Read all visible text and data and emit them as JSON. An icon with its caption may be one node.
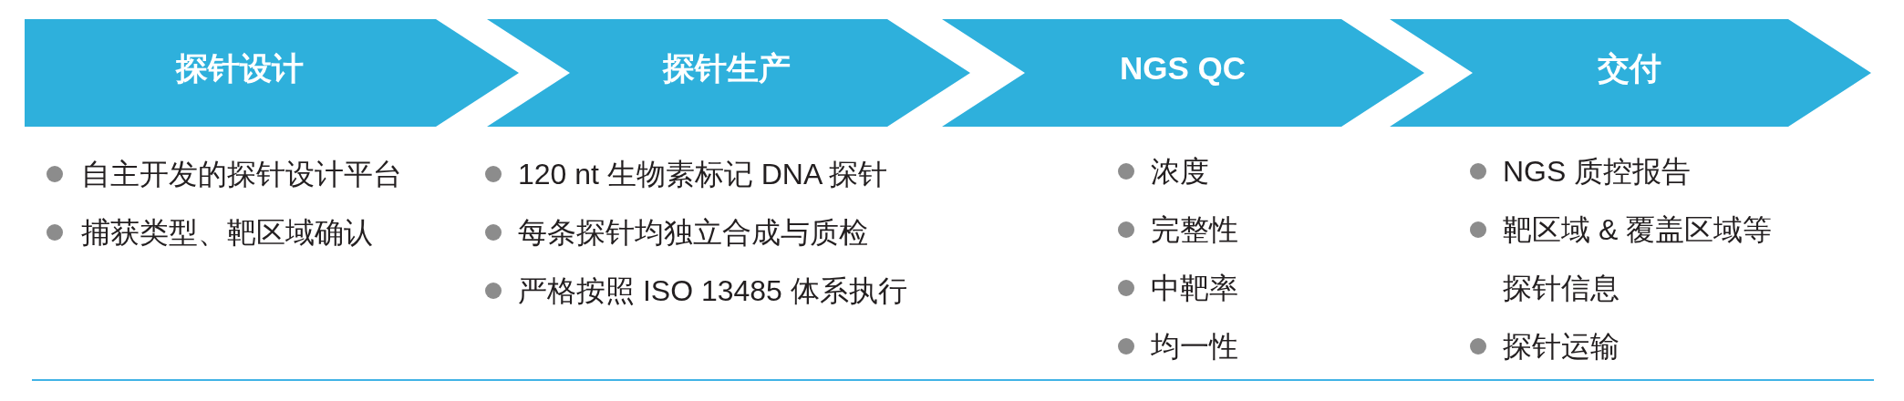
{
  "diagram": {
    "nodes": [
      {
        "text": [
          "探针设计"
        ],
        "beside": [
          "自主开发的探针设计平台",
          "捕获类型、靶区域确认"
        ]
      },
      {
        "text": [
          "探针生产"
        ],
        "beside": [
          "120 nt 生物素标记 DNA 探针",
          "每条探针均独立合成与质检",
          "严格按照 ISO 13485 体系执行"
        ]
      },
      {
        "text": [
          "NGS QC"
        ],
        "beside": [
          "浓度",
          "完整性",
          "中靶率",
          "均一性"
        ]
      },
      {
        "text": [
          "交付"
        ],
        "beside": [
          "NGS 质控报告",
          "靶区域 & 覆盖区域等探针信息",
          "探针运输"
        ]
      }
    ]
  }
}
